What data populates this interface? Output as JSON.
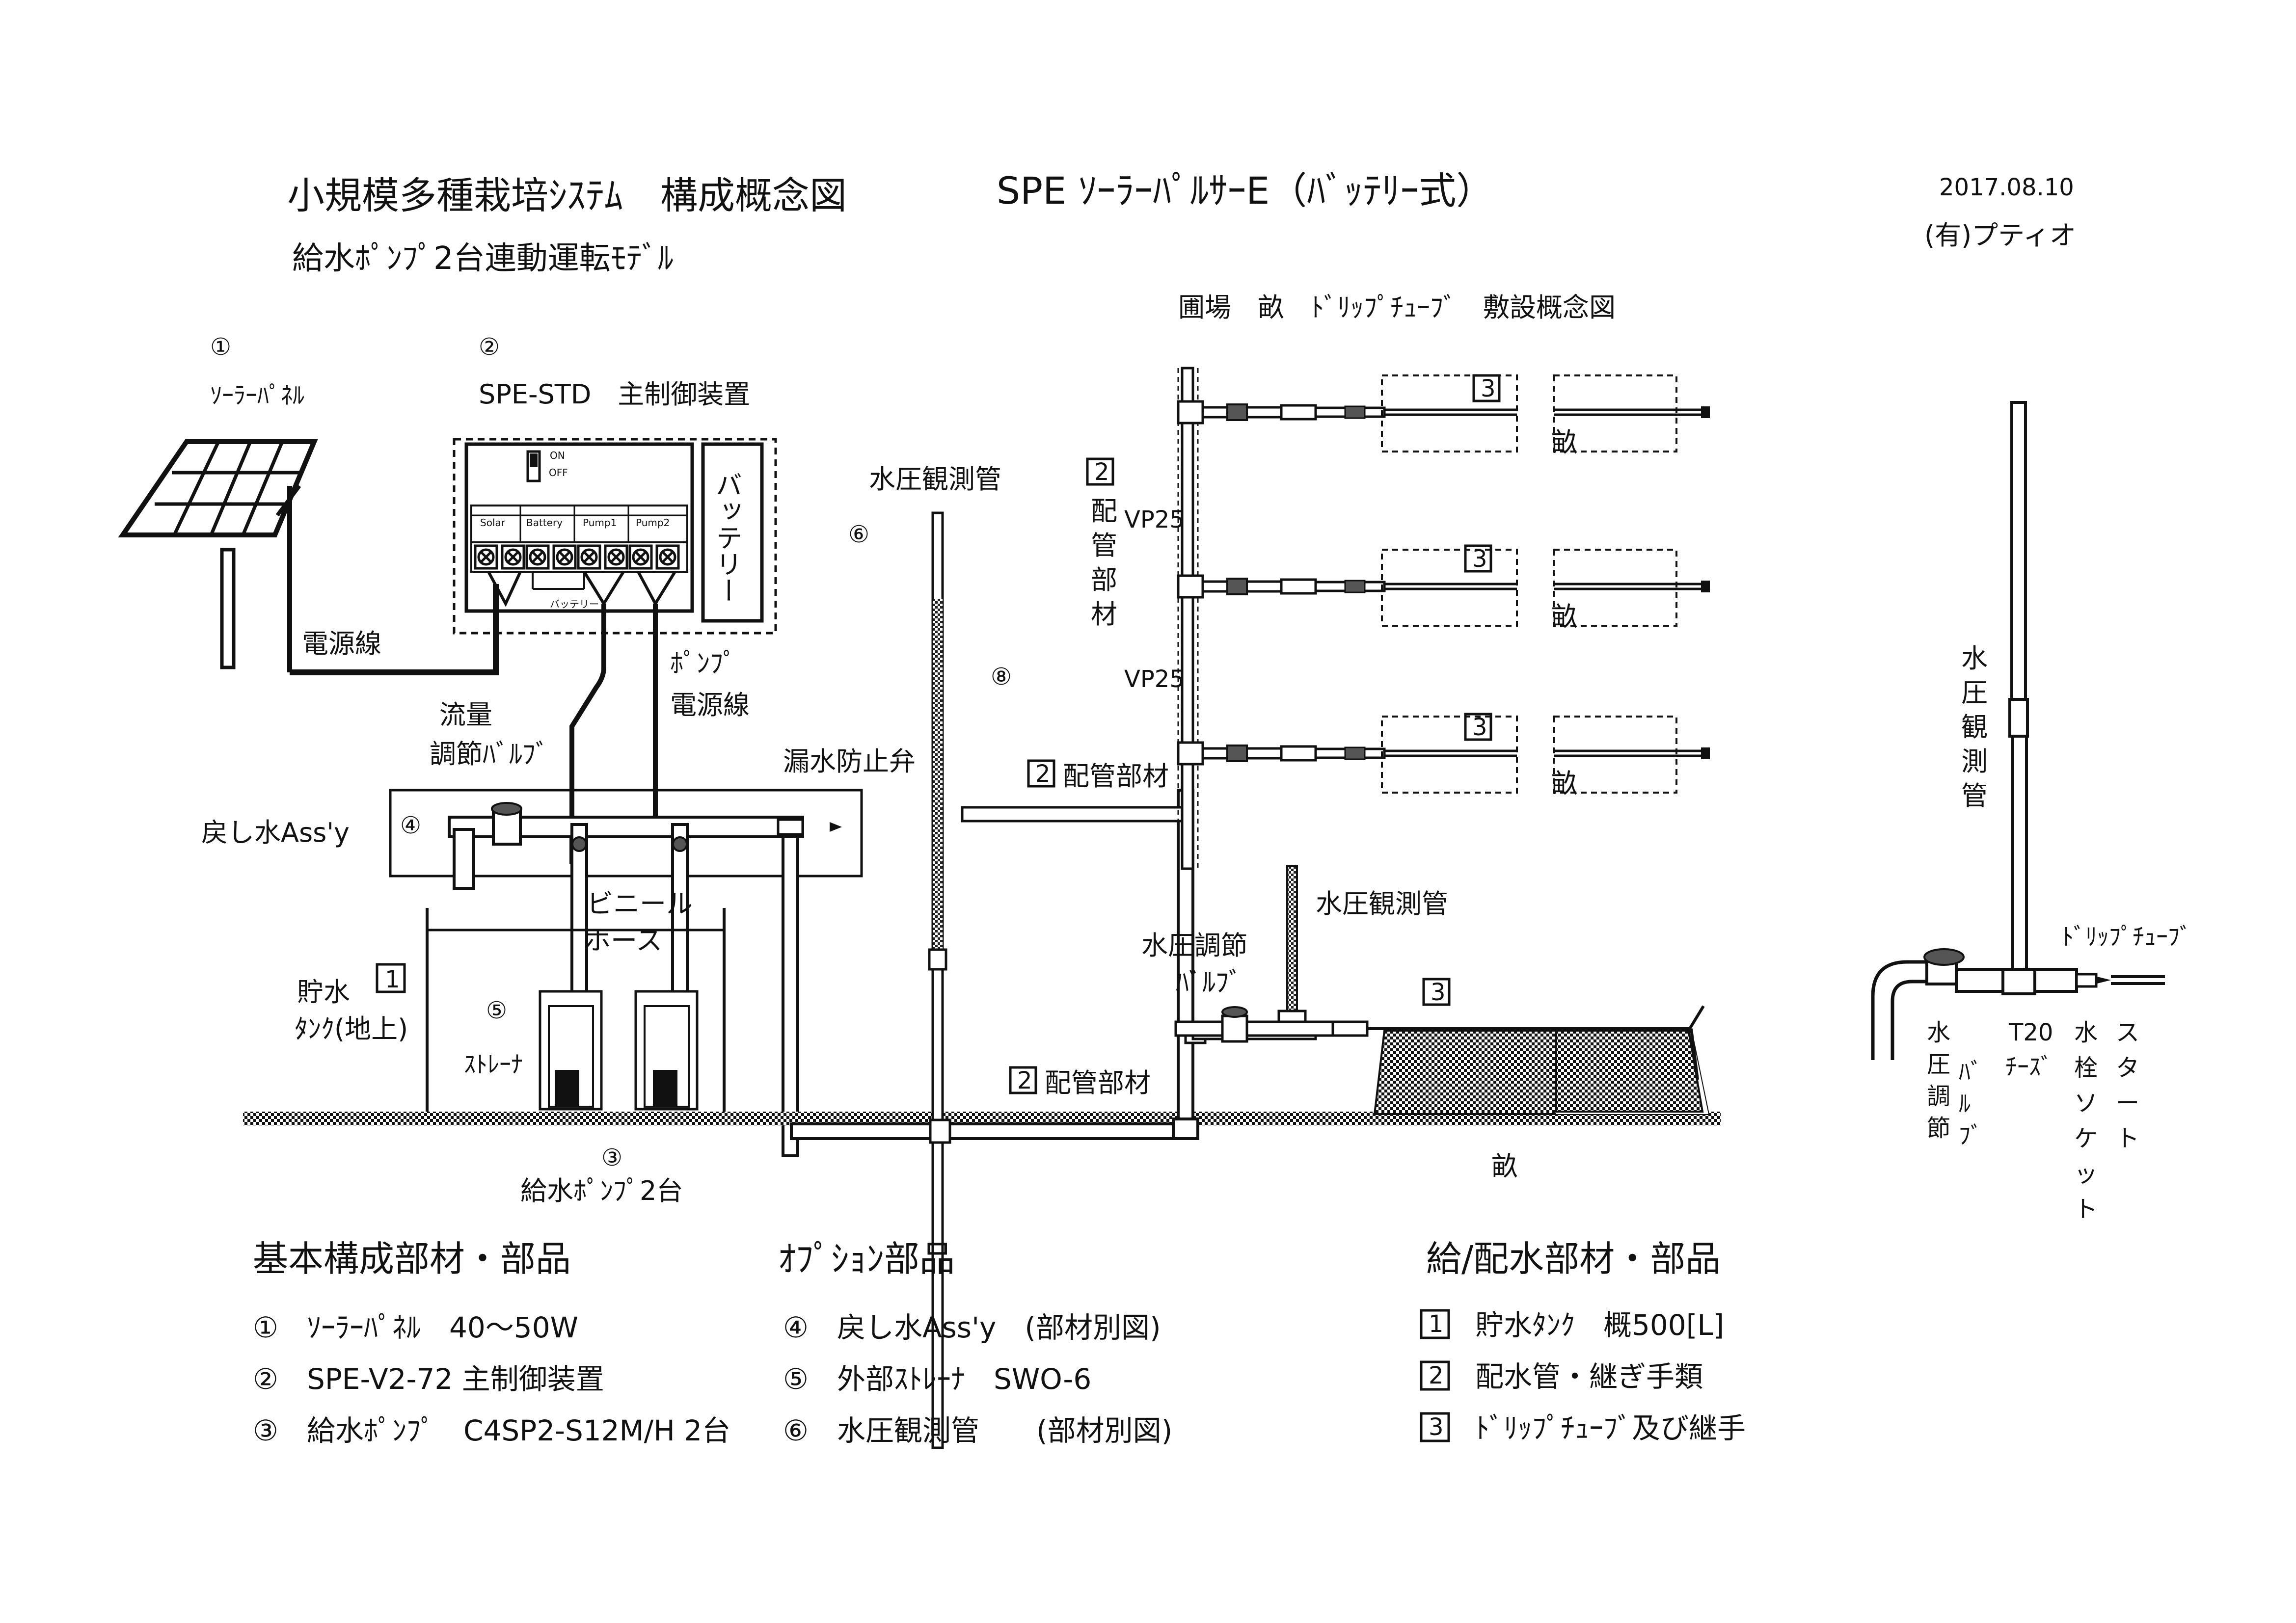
{
  "header": {
    "title": "小規模多種栽培ｼｽﾃﾑ　構成概念図",
    "subtitle": "給水ﾎﾟﾝﾌﾟ2台連動運転ﾓﾃﾞﾙ",
    "product": "SPE ｿｰﾗｰﾊﾟﾙｻｰE（ﾊﾞｯﾃﾘｰ式）",
    "date": "2017.08.10",
    "company": "(有)プティオ"
  },
  "left": {
    "n1": "①",
    "solar_label": "ｿｰﾗｰﾊﾟﾈﾙ",
    "n2": "②",
    "ctrl_label": "SPE-STD　主制御装置",
    "switch_on": "ON",
    "switch_off": "OFF",
    "term_solar": "Solar",
    "term_battery": "Battery",
    "term_pump1": "Pump1",
    "term_pump2": "Pump2",
    "battery_wire": "バッテリー",
    "battery_box": "バッテリー",
    "power_line": "電源線",
    "flow_valve_1": "流量",
    "flow_valve_2": "調節ﾊﾞﾙﾌﾞ",
    "pump_power_1": "ﾎﾟﾝﾌﾟ",
    "pump_power_2": "電源線",
    "leak_valve": "漏水防止弁",
    "return_assy": "戻し水Ass'y",
    "n4": "④",
    "vinyl_1": "ビニール",
    "vinyl_2": "ホース",
    "tank_1": "貯水",
    "tank_2": "ﾀﾝｸ(地上)",
    "tank_box": "1",
    "n5": "⑤",
    "strainer": "ｽﾄﾚｰﾅ",
    "n3": "③",
    "pump_label": "給水ﾎﾟﾝﾌﾟ2台",
    "pressure_tube": "水圧観測管",
    "n6": "⑥",
    "n8": "⑧",
    "pipe_box": "2",
    "pipe_label": "配管部材"
  },
  "field": {
    "title": "圃場　畝　ﾄﾞﾘｯﾌﾟﾁｭｰﾌﾞ　敷設概念図",
    "box2": "2",
    "pipe_vert": [
      "配",
      "管",
      "部",
      "材"
    ],
    "vp25_1": "VP25",
    "vp25_2": "VP25",
    "box3": "3",
    "ridge": "畝",
    "pipe_label": "配管部材",
    "pressure_tube": "水圧観測管",
    "valve_1": "水圧調節",
    "valve_2": "ﾊﾞﾙﾌﾞ",
    "ridge_bottom": "畝"
  },
  "detail": {
    "tube_vert": [
      "水",
      "圧",
      "観",
      "測",
      "管"
    ],
    "drip": "ﾄﾞﾘｯﾌﾟﾁｭｰﾌﾞ",
    "c1": [
      "水",
      "圧",
      "調",
      "節"
    ],
    "c1b": [
      "ﾊﾞ",
      "ﾙ",
      "ﾌﾞ"
    ],
    "t20_1": "T20",
    "t20_2": "ﾁｰｽﾞ",
    "c3": [
      "水",
      "栓",
      "ソ",
      "ケ",
      "ッ",
      "ト"
    ],
    "c4": [
      "ス",
      "タ",
      "ー",
      "ト"
    ]
  },
  "lists": {
    "basic_title": "基本構成部材・部品",
    "basic": [
      {
        "num": "①",
        "text": "ｿｰﾗｰﾊﾟﾈﾙ　40～50W"
      },
      {
        "num": "②",
        "text": "SPE-V2-72 主制御装置"
      },
      {
        "num": "③",
        "text": "給水ﾎﾟﾝﾌﾟ　C4SP2-S12M/H 2台"
      }
    ],
    "option_title": "ｵﾌﾟｼｮﾝ部品",
    "option": [
      {
        "num": "④",
        "text": "戻し水Ass'y　(部材別図)"
      },
      {
        "num": "⑤",
        "text": "外部ｽﾄﾚｰﾅ　SWO-6"
      },
      {
        "num": "⑥",
        "text": "水圧観測管　　(部材別図)"
      }
    ],
    "supply_title": "給/配水部材・部品",
    "supply": [
      {
        "num": "1",
        "text": "貯水ﾀﾝｸ　概500[L]"
      },
      {
        "num": "2",
        "text": "配水管・継ぎ手類"
      },
      {
        "num": "3",
        "text": "ﾄﾞﾘｯﾌﾟﾁｭｰﾌﾞ及び継手"
      }
    ]
  }
}
